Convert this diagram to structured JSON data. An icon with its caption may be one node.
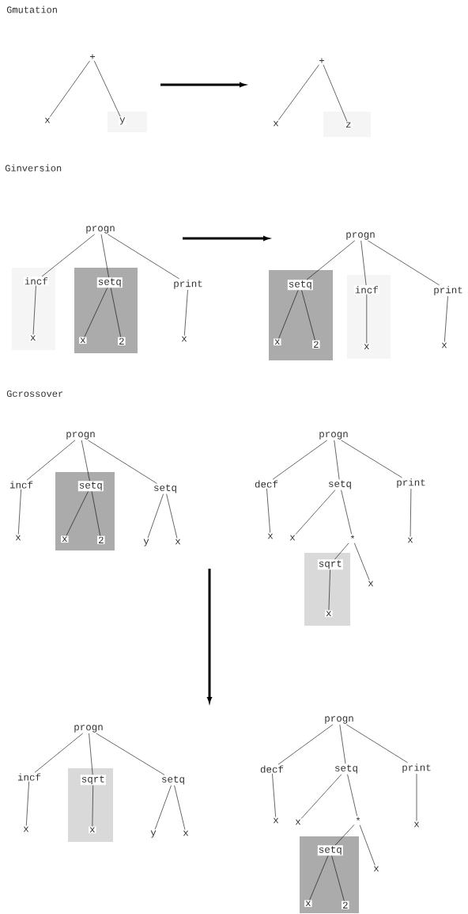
{
  "diagram": {
    "nodes": [
      {
        "text": [
          "+"
        ]
      },
      {
        "text": [
          "x"
        ]
      },
      {
        "text": [],
        "shape": "box"
      },
      {
        "text": [
          "y"
        ],
        "in": 2
      },
      {
        "text": [
          "+"
        ]
      },
      {
        "text": [
          "x"
        ]
      },
      {
        "text": [],
        "shape": "box"
      },
      {
        "text": [
          "z"
        ],
        "in": 6
      },
      {
        "text": [
          "progn"
        ]
      },
      {
        "text": [],
        "shape": "box"
      },
      {
        "text": [
          "incf"
        ],
        "in": 9
      },
      {
        "text": [
          "x"
        ],
        "in": 9
      },
      {
        "text": [],
        "shape": "box"
      },
      {
        "text": [
          "setq"
        ],
        "in": 12
      },
      {
        "text": [
          "x"
        ],
        "in": 12
      },
      {
        "text": [
          "2"
        ],
        "in": 12
      },
      {
        "text": [
          "print"
        ]
      },
      {
        "text": [
          "x"
        ]
      },
      {
        "text": [
          "progn"
        ]
      },
      {
        "text": [],
        "shape": "box"
      },
      {
        "text": [
          "setq"
        ],
        "in": 19
      },
      {
        "text": [
          "x"
        ],
        "in": 19
      },
      {
        "text": [
          "2"
        ],
        "in": 19
      },
      {
        "text": [],
        "shape": "box"
      },
      {
        "text": [
          "incf"
        ],
        "in": 23
      },
      {
        "text": [
          "x"
        ],
        "in": 23
      },
      {
        "text": [
          "print"
        ]
      },
      {
        "text": [
          "x"
        ]
      },
      {
        "text": [
          "progn"
        ]
      },
      {
        "text": [
          "incf"
        ]
      },
      {
        "text": [
          "x"
        ]
      },
      {
        "text": [],
        "shape": "box"
      },
      {
        "text": [
          "setq"
        ],
        "in": 31
      },
      {
        "text": [
          "x"
        ],
        "in": 31
      },
      {
        "text": [
          "2"
        ],
        "in": 31
      },
      {
        "text": [
          "setq"
        ]
      },
      {
        "text": [
          "y"
        ]
      },
      {
        "text": [
          "x"
        ]
      },
      {
        "text": [
          "progn"
        ]
      },
      {
        "text": [
          "decf"
        ]
      },
      {
        "text": [
          "x"
        ]
      },
      {
        "text": [
          "setq"
        ]
      },
      {
        "text": [
          "print"
        ]
      },
      {
        "text": [
          "x"
        ]
      },
      {
        "text": [
          "*"
        ]
      },
      {
        "text": [
          "x"
        ]
      },
      {
        "text": [],
        "shape": "box"
      },
      {
        "text": [
          "sqrt"
        ],
        "in": 46
      },
      {
        "text": [
          "x"
        ],
        "in": 46
      },
      {
        "text": [
          "x"
        ]
      },
      {
        "text": [
          "progn"
        ]
      },
      {
        "text": [
          "incf"
        ]
      },
      {
        "text": [
          "x"
        ]
      },
      {
        "text": [],
        "shape": "box"
      },
      {
        "text": [
          "sqrt"
        ],
        "in": 53
      },
      {
        "text": [
          "x"
        ],
        "in": 53
      },
      {
        "text": [
          "setq"
        ]
      },
      {
        "text": [
          "y"
        ]
      },
      {
        "text": [
          "x"
        ]
      },
      {
        "text": [
          "progn"
        ]
      },
      {
        "text": [
          "decf"
        ]
      },
      {
        "text": [
          "x"
        ]
      },
      {
        "text": [
          "setq"
        ]
      },
      {
        "text": [
          "print"
        ]
      },
      {
        "text": [
          "x"
        ]
      },
      {
        "text": [
          "*"
        ]
      },
      {
        "text": [
          "x"
        ]
      },
      {
        "text": [],
        "shape": "box"
      },
      {
        "text": [
          "setq"
        ],
        "in": 67
      },
      {
        "text": [
          "x"
        ],
        "in": 67
      },
      {
        "text": [
          "2"
        ],
        "in": 67
      },
      {
        "text": [
          "x"
        ]
      }
    ],
    "edges": [
      {
        "from": 0,
        "to": 1,
        "arrow": "none"
      },
      {
        "from": 0,
        "to": 3,
        "arrow": "none"
      },
      {
        "from": 4,
        "to": 5,
        "arrow": "none"
      },
      {
        "from": 4,
        "to": 7,
        "arrow": "none"
      },
      {
        "from": 8,
        "to": 10,
        "arrow": "none"
      },
      {
        "from": 8,
        "to": 13,
        "arrow": "none"
      },
      {
        "from": 8,
        "to": 16,
        "arrow": "none"
      },
      {
        "from": 10,
        "to": 11,
        "arrow": "none"
      },
      {
        "from": 13,
        "to": 14,
        "arrow": "none"
      },
      {
        "from": 13,
        "to": 15,
        "arrow": "none"
      },
      {
        "from": 16,
        "to": 17,
        "arrow": "none"
      },
      {
        "from": 18,
        "to": 20,
        "arrow": "none"
      },
      {
        "from": 18,
        "to": 24,
        "arrow": "none"
      },
      {
        "from": 18,
        "to": 26,
        "arrow": "none"
      },
      {
        "from": 20,
        "to": 21,
        "arrow": "none"
      },
      {
        "from": 20,
        "to": 22,
        "arrow": "none"
      },
      {
        "from": 24,
        "to": 25,
        "arrow": "none"
      },
      {
        "from": 26,
        "to": 27,
        "arrow": "none"
      },
      {
        "from": 28,
        "to": 29,
        "arrow": "none"
      },
      {
        "from": 28,
        "to": 32,
        "arrow": "none"
      },
      {
        "from": 28,
        "to": 35,
        "arrow": "none"
      },
      {
        "from": 29,
        "to": 30,
        "arrow": "none"
      },
      {
        "from": 32,
        "to": 33,
        "arrow": "none"
      },
      {
        "from": 32,
        "to": 34,
        "arrow": "none"
      },
      {
        "from": 35,
        "to": 36,
        "arrow": "none"
      },
      {
        "from": 35,
        "to": 37,
        "arrow": "none"
      },
      {
        "from": 38,
        "to": 39,
        "arrow": "none"
      },
      {
        "from": 38,
        "to": 41,
        "arrow": "none"
      },
      {
        "from": 38,
        "to": 42,
        "arrow": "none"
      },
      {
        "from": 39,
        "to": 40,
        "arrow": "none"
      },
      {
        "from": 41,
        "to": 43,
        "arrow": "none"
      },
      {
        "from": 41,
        "to": 44,
        "arrow": "none"
      },
      {
        "from": 42,
        "to": 45,
        "arrow": "none"
      },
      {
        "from": 44,
        "to": 47,
        "arrow": "none"
      },
      {
        "from": 44,
        "to": 49,
        "arrow": "none"
      },
      {
        "from": 47,
        "to": 48,
        "arrow": "none"
      },
      {
        "from": 50,
        "to": 51,
        "arrow": "none"
      },
      {
        "from": 50,
        "to": 54,
        "arrow": "none"
      },
      {
        "from": 50,
        "to": 56,
        "arrow": "none"
      },
      {
        "from": 51,
        "to": 52,
        "arrow": "none"
      },
      {
        "from": 54,
        "to": 55,
        "arrow": "none"
      },
      {
        "from": 56,
        "to": 57,
        "arrow": "none"
      },
      {
        "from": 56,
        "to": 58,
        "arrow": "none"
      },
      {
        "from": 59,
        "to": 60,
        "arrow": "none"
      },
      {
        "from": 59,
        "to": 62,
        "arrow": "none"
      },
      {
        "from": 59,
        "to": 63,
        "arrow": "none"
      },
      {
        "from": 60,
        "to": 61,
        "arrow": "none"
      },
      {
        "from": 62,
        "to": 64,
        "arrow": "none"
      },
      {
        "from": 62,
        "to": 65,
        "arrow": "none"
      },
      {
        "from": 63,
        "to": 66,
        "arrow": "none"
      },
      {
        "from": 65,
        "to": 68,
        "arrow": "none"
      },
      {
        "from": 65,
        "to": 71,
        "arrow": "none"
      },
      {
        "from": 68,
        "to": 69,
        "arrow": "none"
      },
      {
        "from": 68,
        "to": 70,
        "arrow": "none"
      }
    ],
    "labels": [
      "Gmutation",
      "Ginversion",
      "Gcrossover"
    ]
  }
}
